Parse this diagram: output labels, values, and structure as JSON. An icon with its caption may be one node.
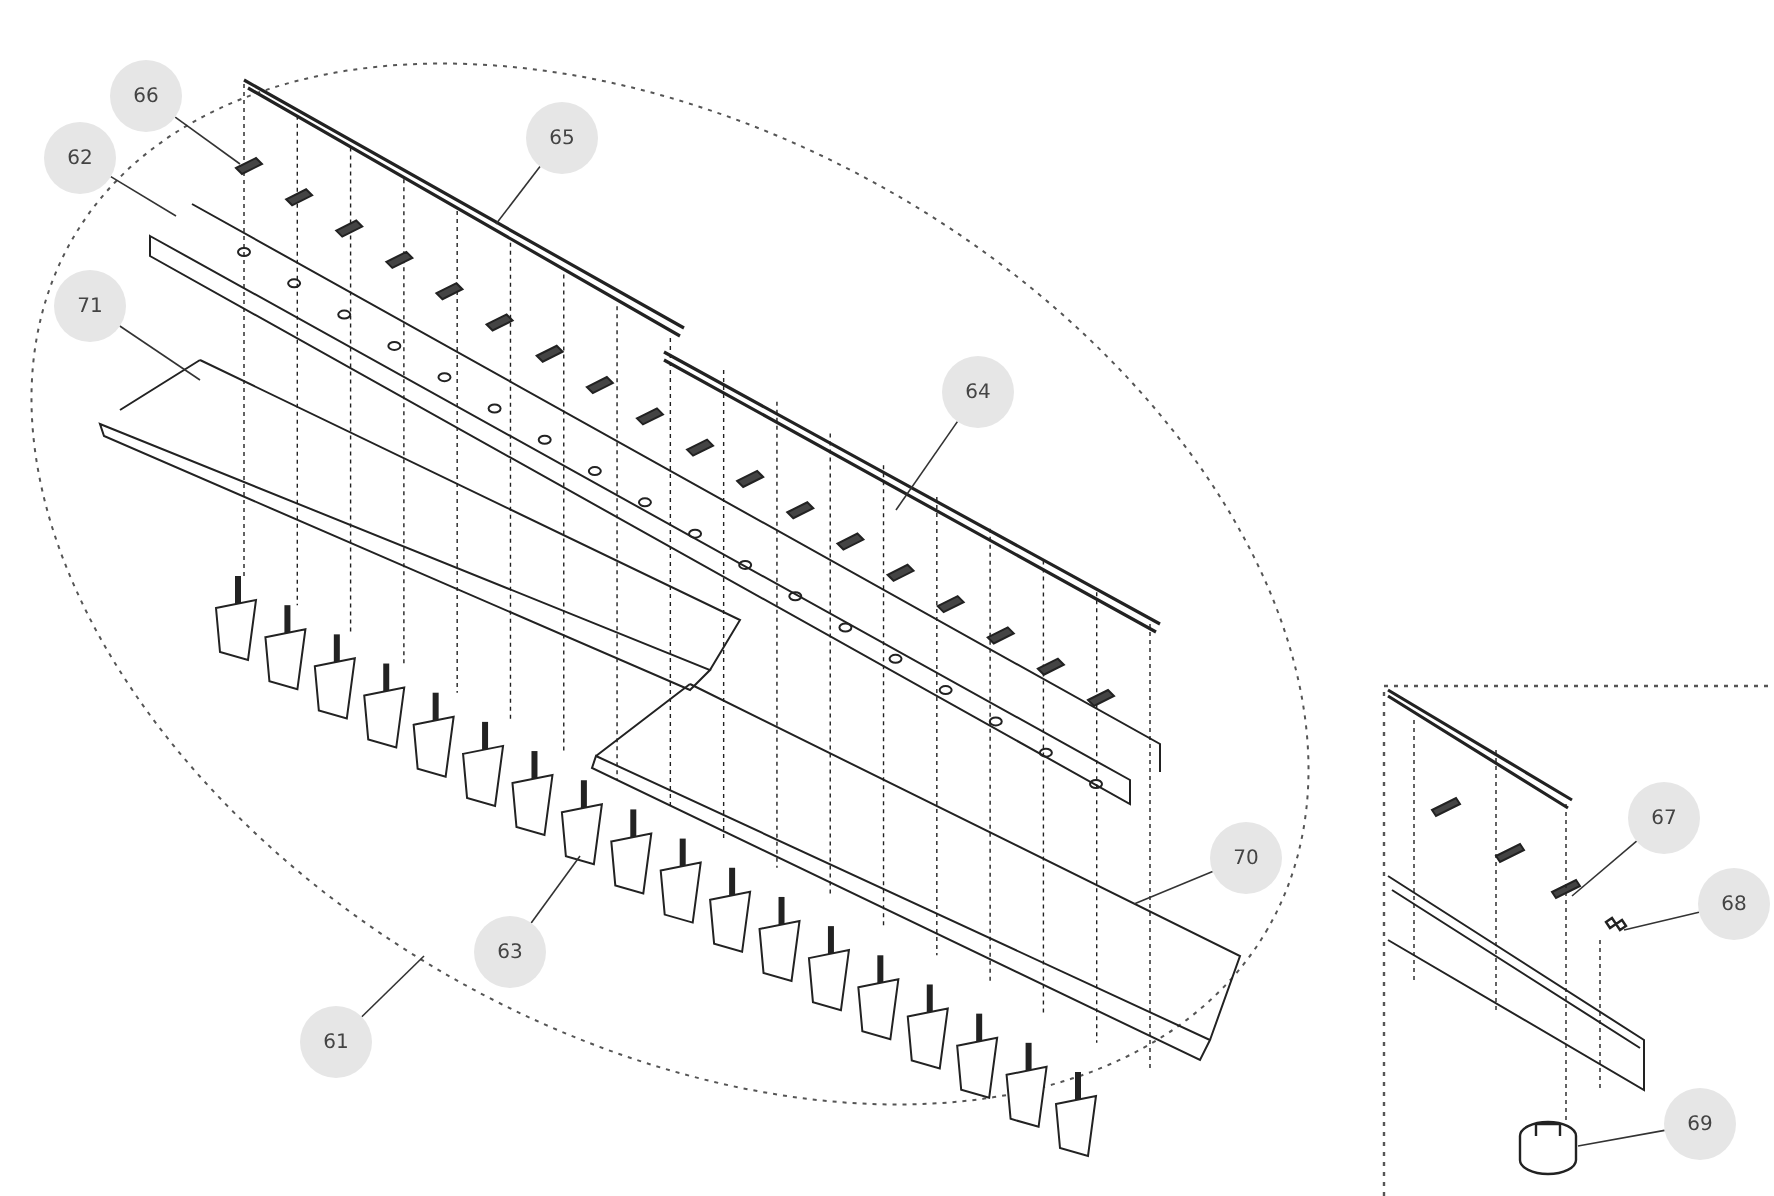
{
  "diagram": {
    "nodes": [
      {
        "text": [
          "66"
        ]
      },
      {
        "text": [
          "65"
        ]
      },
      {
        "text": [
          "62"
        ]
      },
      {
        "text": [
          "71"
        ]
      },
      {
        "text": [
          "64"
        ]
      },
      {
        "text": [
          "67"
        ]
      },
      {
        "text": [
          "68"
        ]
      },
      {
        "text": [
          "70"
        ]
      },
      {
        "text": [
          "63"
        ]
      },
      {
        "text": [
          "61"
        ]
      },
      {
        "text": [
          "69"
        ]
      },
      {
        "text": [],
        "shape": "picture"
      },
      {
        "text": [],
        "shape": "picture"
      }
    ],
    "edges": [
      {
        "from": 0,
        "to": null,
        "arrow": "none"
      },
      {
        "from": 1,
        "to": null,
        "arrow": "none"
      },
      {
        "from": 2,
        "to": null,
        "arrow": "none"
      },
      {
        "from": 3,
        "to": null,
        "arrow": "none"
      },
      {
        "from": 4,
        "to": null,
        "arrow": "none"
      },
      {
        "from": 5,
        "to": null,
        "arrow": "none"
      },
      {
        "from": 6,
        "to": 11,
        "arrow": "none"
      },
      {
        "from": 7,
        "to": null,
        "arrow": "none"
      },
      {
        "from": 8,
        "to": null,
        "arrow": "none"
      },
      {
        "from": 9,
        "to": null,
        "arrow": "none"
      },
      {
        "from": 10,
        "to": 12,
        "arrow": "none"
      }
    ]
  }
}
